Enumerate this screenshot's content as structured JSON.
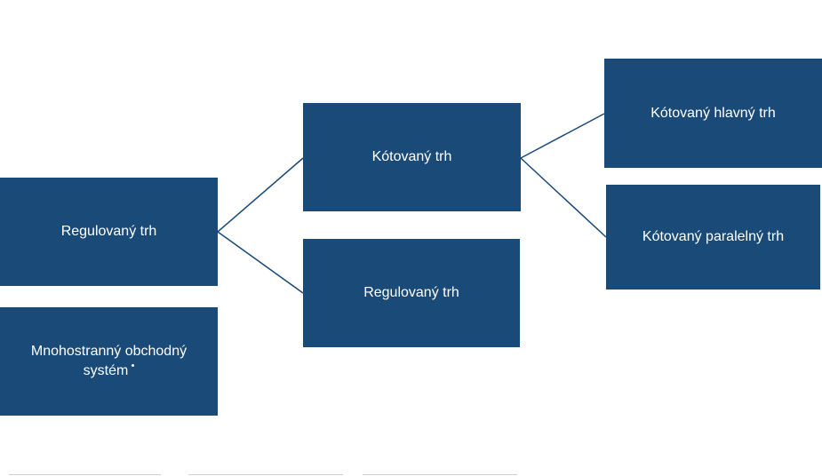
{
  "diagram": {
    "nodes": [
      {
        "id": "regulated-market-left",
        "label": "Regulovaný trh"
      },
      {
        "id": "mtf",
        "label": "Mnohostranný obchodný systém"
      },
      {
        "id": "listed-market",
        "label": "Kótovaný trh"
      },
      {
        "id": "regulated-market-mid",
        "label": "Regulovaný trh"
      },
      {
        "id": "listed-main-market",
        "label": "Kótovaný hlavný trh"
      },
      {
        "id": "listed-parallel-market",
        "label": "Kótovaný paralelný trh"
      }
    ],
    "edges": [
      {
        "from": "regulated-market-left",
        "to": "listed-market"
      },
      {
        "from": "regulated-market-left",
        "to": "regulated-market-mid"
      },
      {
        "from": "listed-market",
        "to": "listed-main-market"
      },
      {
        "from": "listed-market",
        "to": "listed-parallel-market"
      }
    ],
    "colors": {
      "node_fill": "#1a4a78",
      "node_text": "#ffffff",
      "connector": "#1a4a78"
    }
  }
}
